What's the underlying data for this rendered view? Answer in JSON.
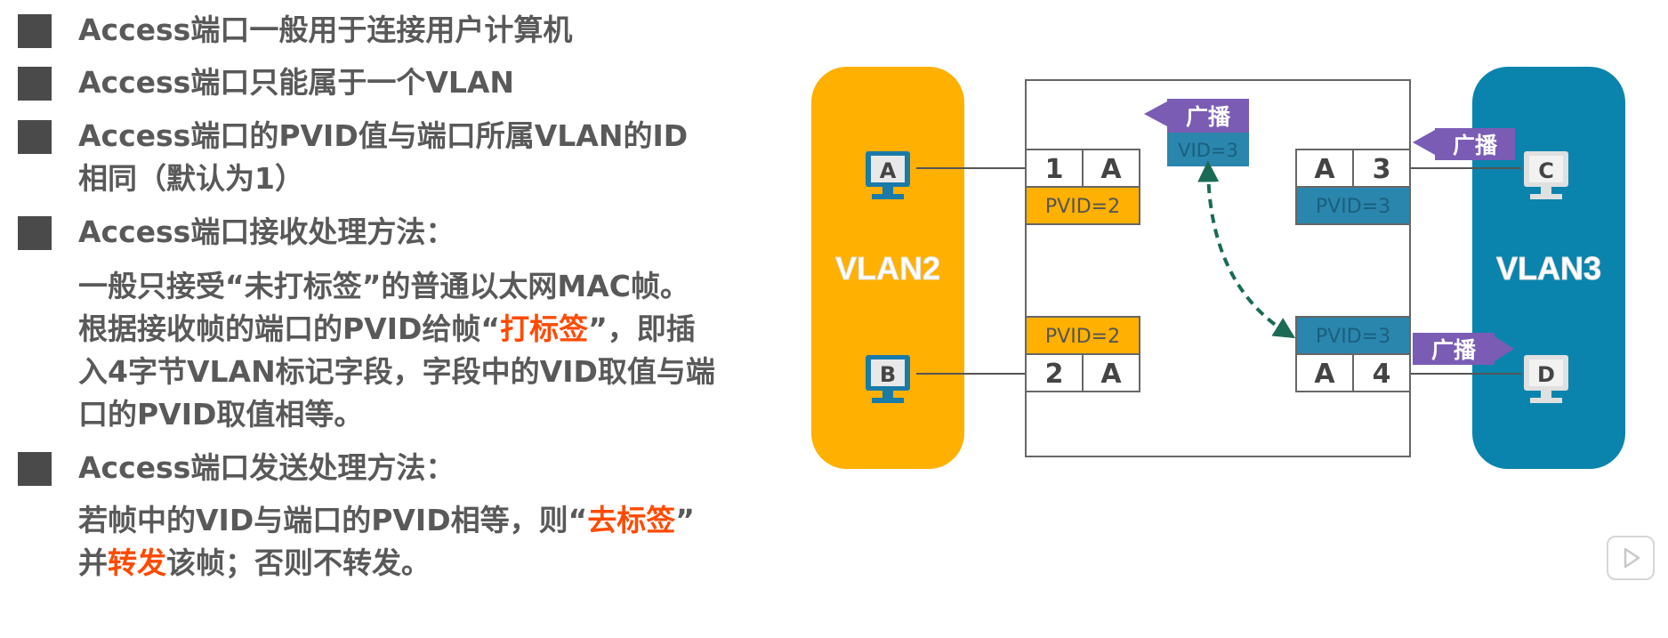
{
  "bullets": [
    {
      "text": "Access端口一般用于连接用户计算机"
    },
    {
      "text": "Access端口只能属于一个VLAN"
    },
    {
      "text_l1": "Access端口的PVID值与端口所属VLAN的ID",
      "text_l2": "相同（默认为1）"
    },
    {
      "text": "Access端口接收处理方法："
    },
    {
      "text": "Access端口发送处理方法："
    }
  ],
  "receive_desc": {
    "line1": "一般只接受“未打标签”的普通以太网MAC帧。",
    "line2_a": "根据接收帧的端口的PVID给帧“",
    "line2_hl": "打标签",
    "line2_b": "”，即插",
    "line3": "入4字节VLAN标记字段，字段中的VID取值与端",
    "line4": "口的PVID取值相等。"
  },
  "send_desc": {
    "line1_a": "若帧中的VID与端口的PVID相等，则“",
    "line1_hl": "去标签",
    "line1_b": "”",
    "line2_a": "并",
    "line2_hl": "转发",
    "line2_b": "该帧；否则不转发。"
  },
  "diagram": {
    "vlan2_label": "VLAN2",
    "vlan3_label": "VLAN3",
    "hosts": {
      "a": "A",
      "b": "B",
      "c": "C",
      "d": "D"
    },
    "ports": {
      "p1_num": "1",
      "p1_mode": "A",
      "p1_pvid": "PVID=2",
      "p2_num": "2",
      "p2_mode": "A",
      "p2_pvid": "PVID=2",
      "p3_num": "3",
      "p3_mode": "A",
      "p3_pvid": "PVID=3",
      "p4_num": "4",
      "p4_mode": "A",
      "p4_pvid": "PVID=3"
    },
    "broadcast_label": "广播",
    "vid_label": "VID=3"
  },
  "colors": {
    "vlan2": "#ffb000",
    "vlan3": "#0a84ad",
    "broadcast": "#7b5cb5",
    "tag": "#2a86ad",
    "highlight": "#ff4a00",
    "arrow": "#1a6b55"
  },
  "icons": {
    "play": "play-icon"
  }
}
